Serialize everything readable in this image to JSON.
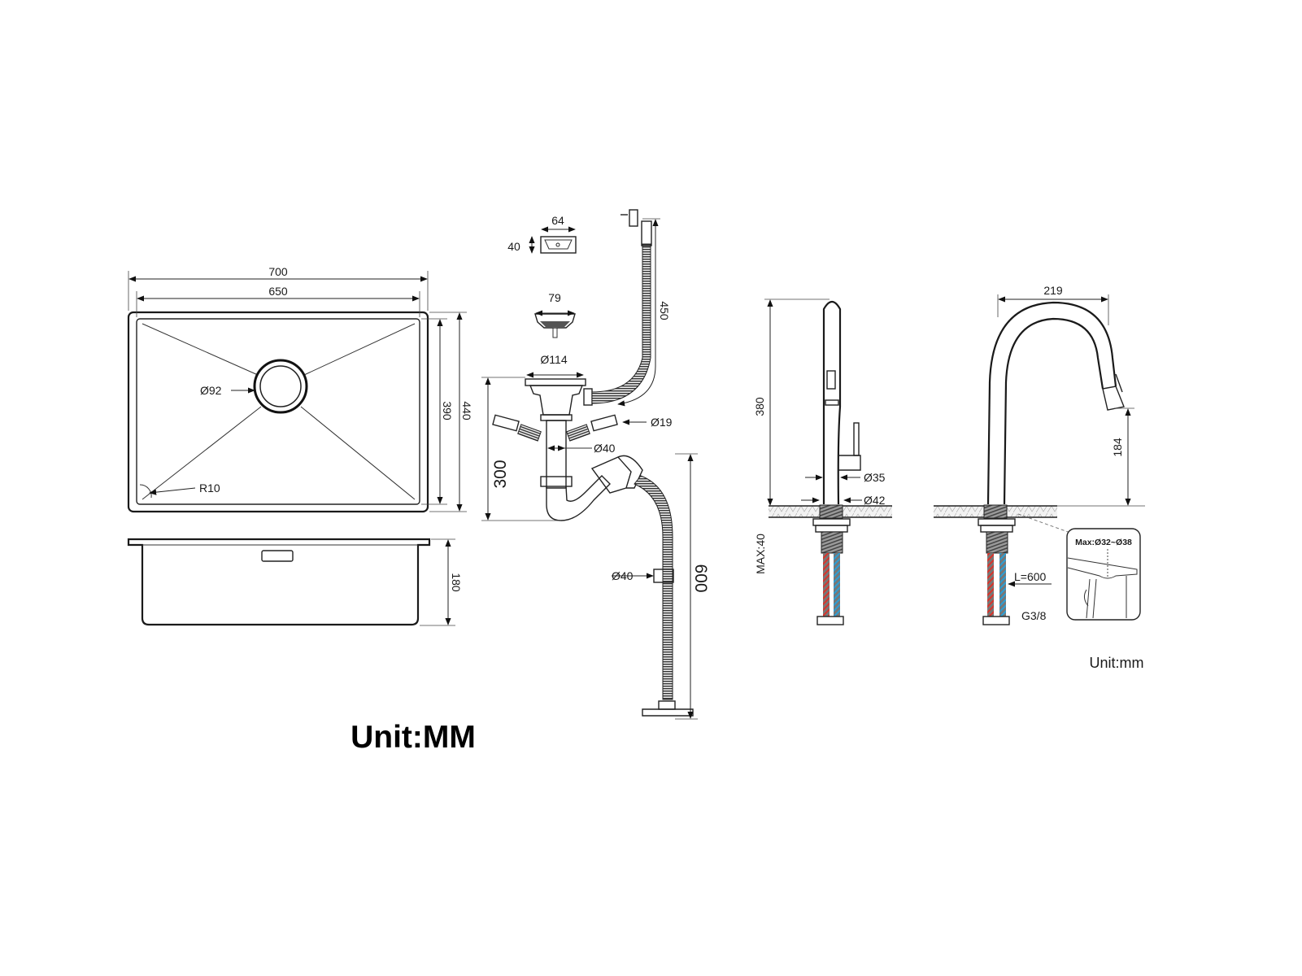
{
  "sink": {
    "width_outer": "700",
    "width_inner": "650",
    "depth_inner": "390",
    "depth_outer": "440",
    "drain_diameter": "Ø92",
    "corner_radius": "R10",
    "height": "180",
    "unit_label": "Unit:MM"
  },
  "drain": {
    "overflow_width": "64",
    "overflow_height": "40",
    "strainer_diameter": "79",
    "flange_diameter": "Ø114",
    "overflow_hose_length": "450",
    "side_inlet_diameter": "Ø19",
    "pipe_diameter": "Ø40",
    "trap_height": "300",
    "hose_diameter": "Ø40",
    "hose_length": "600"
  },
  "faucet_side": {
    "height": "380",
    "handle_diameter": "Ø35",
    "base_diameter": "Ø42",
    "max_counter": "MAX:40"
  },
  "faucet_front": {
    "reach": "219",
    "spout_height": "184",
    "hose_length": "L=600",
    "connector": "G3/8",
    "hole_range": "Max:Ø32~Ø38",
    "unit_label": "Unit:mm"
  },
  "colors": {
    "hot": "#d9342b",
    "cold": "#2a9fd6"
  }
}
